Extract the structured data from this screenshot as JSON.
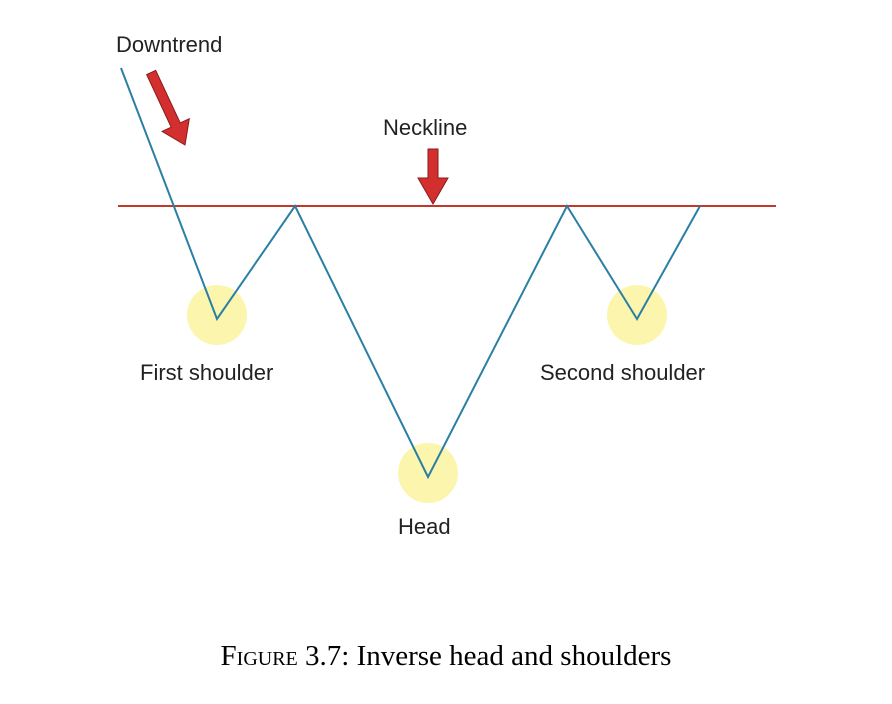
{
  "diagram": {
    "labels": {
      "downtrend": "Downtrend",
      "neckline": "Neckline",
      "first_shoulder": "First shoulder",
      "second_shoulder": "Second shoulder",
      "head": "Head"
    },
    "colors": {
      "price_line": "#2a7fa5",
      "neckline": "#c0392b",
      "arrow": "#d32f2f",
      "highlight": "#fbf3a0"
    },
    "icons": [
      "down-arrow-icon"
    ]
  },
  "caption": {
    "figure_word": "Figure",
    "number_and_title": " 3.7: Inverse head and shoulders"
  }
}
